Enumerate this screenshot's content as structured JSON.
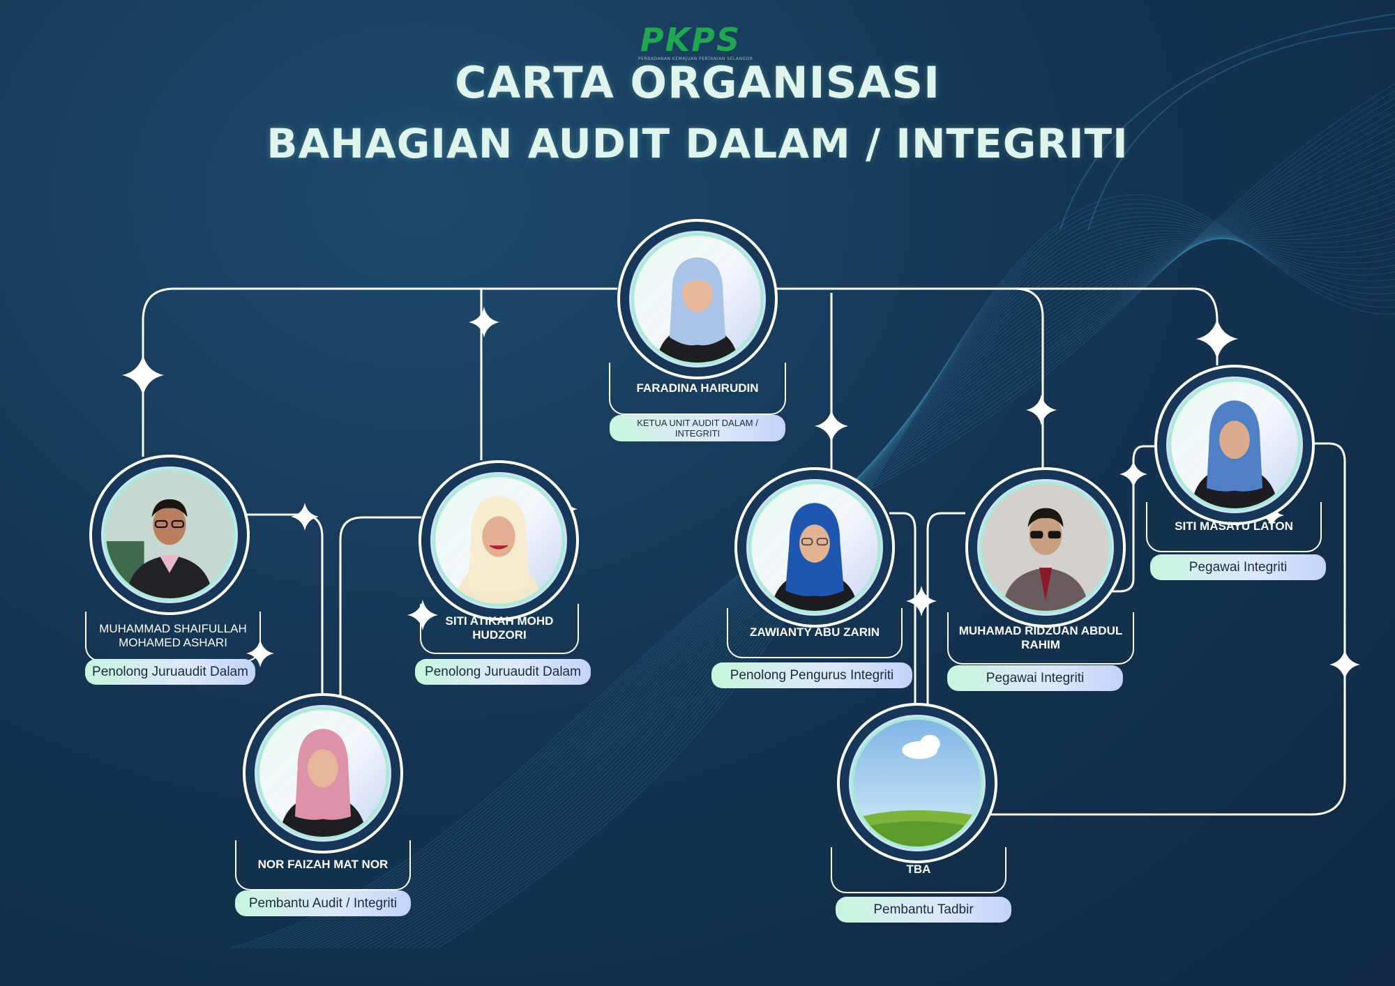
{
  "logo": {
    "mark": "PKPS",
    "subtitle": "PERBADANAN KEMAJUAN PERTANIAN SELANGOR"
  },
  "title": {
    "line1": "CARTA ORGANISASI",
    "line2": "BAHAGIAN AUDIT DALAM / INTEGRITI"
  },
  "colors": {
    "background": "#153553",
    "title": "#dff4ec",
    "logo": "#1fa84f",
    "connector": "#ffffff",
    "pill_from": "#c8f5dd",
    "pill_to": "#c3d3f7"
  },
  "nodes": [
    {
      "id": "head",
      "name": "FARADINA HAIRUDIN",
      "role": "KETUA UNIT AUDIT DALAM / INTEGRITI",
      "photo": "woman-light-blue-hijab"
    },
    {
      "id": "shaifullah",
      "name": "MUHAMMAD SHAIFULLAH MOHAMED ASHARI",
      "role": "Penolong Juruaudit Dalam",
      "photo": "man-glasses-blazer"
    },
    {
      "id": "atikah",
      "name": "SITI ATIKAH MOHD HUDZORI",
      "role": "Penolong Juruaudit Dalam",
      "photo": "woman-cream-hijab"
    },
    {
      "id": "faizah",
      "name": "NOR FAIZAH MAT NOR",
      "role": "Pembantu Audit / Integriti",
      "photo": "woman-pink-hijab"
    },
    {
      "id": "zawianty",
      "name": "ZAWIANTY ABU ZARIN",
      "role": "Penolong Pengurus Integriti",
      "photo": "woman-blue-hijab-glasses"
    },
    {
      "id": "ridzuan",
      "name": "MUHAMAD RIDZUAN ABDUL RAHIM",
      "role": "Pegawai Integriti",
      "photo": "man-sunglasses-suit"
    },
    {
      "id": "masayu",
      "name": "SITI MASAYU LATON",
      "role": "Pegawai Integriti",
      "photo": "woman-blue-hijab-blazer"
    },
    {
      "id": "tba",
      "name": "TBA",
      "role": "Pembantu Tadbir",
      "photo": "landscape-placeholder"
    }
  ],
  "edges": [
    {
      "from": "head",
      "to": "shaifullah"
    },
    {
      "from": "head",
      "to": "atikah"
    },
    {
      "from": "head",
      "to": "zawianty"
    },
    {
      "from": "head",
      "to": "ridzuan"
    },
    {
      "from": "head",
      "to": "masayu"
    },
    {
      "from": "shaifullah",
      "to": "faizah"
    },
    {
      "from": "atikah",
      "to": "faizah"
    },
    {
      "from": "zawianty",
      "to": "tba"
    },
    {
      "from": "ridzuan",
      "to": "tba"
    },
    {
      "from": "masayu",
      "to": "tba"
    }
  ]
}
